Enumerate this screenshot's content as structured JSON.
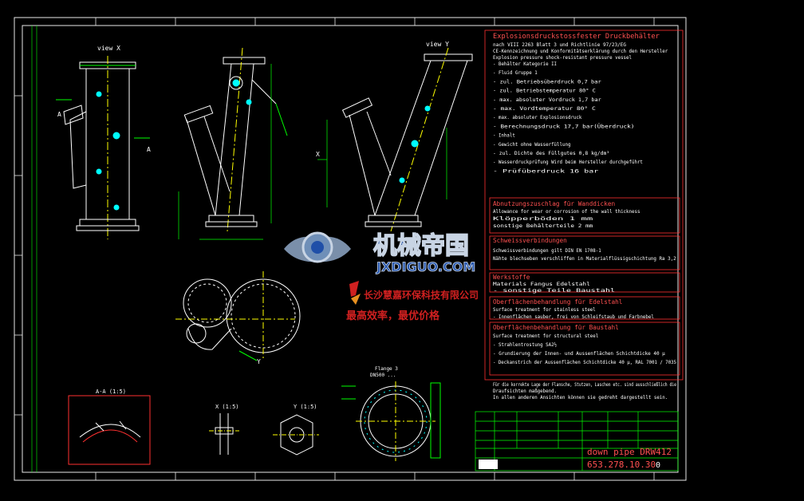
{
  "views": {
    "view_x": "view X",
    "view_y": "view Y",
    "section_a": "A",
    "section_a_detail": "A-A (1:5)",
    "detail_x": "X (1:5)",
    "detail_y": "Y (1:5)",
    "x_marker": "X",
    "y_marker": "Y",
    "flange_label_1": "Flange 3",
    "flange_label_2": "DN500 ..."
  },
  "spec": {
    "title": "Explosionsdruckstossfester Druckbehälter",
    "lines": [
      "nach VIII 2263 Blatt 3  und  Richtlinie 97/23/EG",
      "CE-Kennzeichnung und Konformitätserklärung durch den Hersteller",
      "Explosion pressure shock-resistant pressure vessel",
      "- Behälter Kategorie II",
      "- Fluid Gruppe 1",
      "- zul. Betriebsüberdruck        0,7 bar",
      "- zul. Betriebstemperatur       80° C",
      "- max. absoluter Vordruck       1,7 bar",
      "- max. Vordtemperatur           80° C",
      "- max. absoluter Explosionsdruck",
      "- Berechnungsdruck              17,7 bar(Überdruck)",
      "- Inhalt",
      "- Gewicht ohne Wasserfüllung",
      "- zul. Dichte des Füllgutes     0,8 kg/dm³",
      "- Wasserdruckprüfung Wird beim Hersteller durchgeführt",
      "- Prüfüberdruck                 16 bar"
    ],
    "wear_title": "Abnutzungszuschlag für Wanddicken",
    "wear_lines": [
      "Allowance for wear or corrosion of the wall thickness",
      "Klöpperböden                    1 mm",
      "sonstige Behälterteile          2 mm"
    ],
    "weld_title": "Schweissverbindungen",
    "weld_lines": [
      "Schweissverbindungen gilt DIN EN 1708-1",
      "Nähte  blechseben verschliffen in Materialflüssigschichtung Ra 3,2"
    ],
    "material_title": "Werkstoffe",
    "material_lines": [
      "Materials          Fangus Edelstahl",
      "                   - sonstige Teile Baustahl"
    ],
    "surface_ss_title": "Oberflächenbehandlung für Edelstahl",
    "surface_ss_lines": [
      "Surface treatment for stainless steel",
      "- Innenflächen sauber, frei von Schleifstaub und Farbnebel"
    ],
    "surface_st_title": "Oberflächenbehandlung für Baustahl",
    "surface_st_lines": [
      "Surface treatment for structural steel",
      "- Strahlentrostung SA2½",
      "- Grundierung der Innen- und Aussenflächen   Schichtdicke 40 µ",
      "- Deckanstrich der Aussenflächen   Schichtdicke 40 µ, RAL 7001 / 7035"
    ],
    "notes": [
      "Für die korrekte Lage der Flansche, Stutzen, Laschen etc. sind ausschließlich die",
      "Draufsichten maßgebend.",
      "In allen anderen Ansichten können sie gedreht dargestellt sein."
    ]
  },
  "title_block": {
    "name": "down pipe DRW412",
    "number": "653.278.10.30",
    "sheet": "0"
  },
  "watermark": {
    "brand_cn": "机械帝国",
    "brand_url": "JXDIGUO.COM",
    "company": "长沙慧嘉环保科技有限公司",
    "slogan": "最高效率，最优价格"
  },
  "colors": {
    "background": "#000000",
    "frame": "#e8e8e8",
    "geometry": "#ffffff",
    "dimension": "#00ff00",
    "spec_text": "#ffffff",
    "spec_heading": "#ff4040",
    "center": "#ffff00",
    "hatch": "#ff3030",
    "watermark_blue": "#1f4fa8",
    "watermark_red": "#d02020"
  }
}
